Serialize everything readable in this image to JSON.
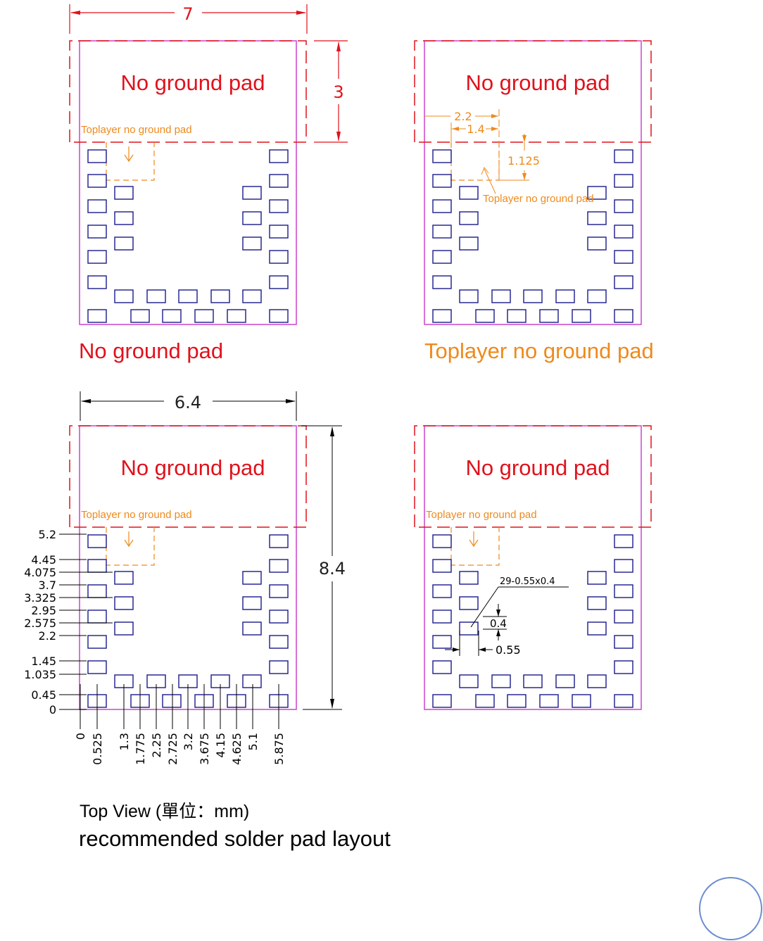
{
  "colors": {
    "outline": "#cc44cc",
    "keepout": "#e0121c",
    "toplayer": "#ee8a1c",
    "pad": "#1a1a8c",
    "dim": "#000000",
    "circle": "#6e8ed0"
  },
  "top_dims": {
    "width": "7",
    "height": "3",
    "full_width": "6.4",
    "full_height": "8.4"
  },
  "panels": {
    "no_ground_label": "No ground pad",
    "toplayer_label": "Toplayer no ground pad"
  },
  "captions": {
    "left": "No ground pad",
    "right": "Toplayer no ground pad"
  },
  "right_top_dims": {
    "d1": "2.2",
    "d2": "1.4",
    "d3": "1.125"
  },
  "pad_callout": {
    "spec": "29-0.55x0.4",
    "h": "0.4",
    "w": "0.55"
  },
  "y_ticks": [
    "5.2",
    "4.45",
    "4.075",
    "3.7",
    "3.325",
    "2.95",
    "2.575",
    "2.2",
    "1.45",
    "1.035",
    "0.45",
    "0"
  ],
  "x_ticks": [
    "0",
    "0.525",
    "1.3",
    "1.775",
    "2.25",
    "2.725",
    "3.2",
    "3.675",
    "4.15",
    "4.625",
    "5.1",
    "5.875"
  ],
  "footer": {
    "line1": "Top View (單位：mm)",
    "line2": "recommended solder pad layout"
  }
}
